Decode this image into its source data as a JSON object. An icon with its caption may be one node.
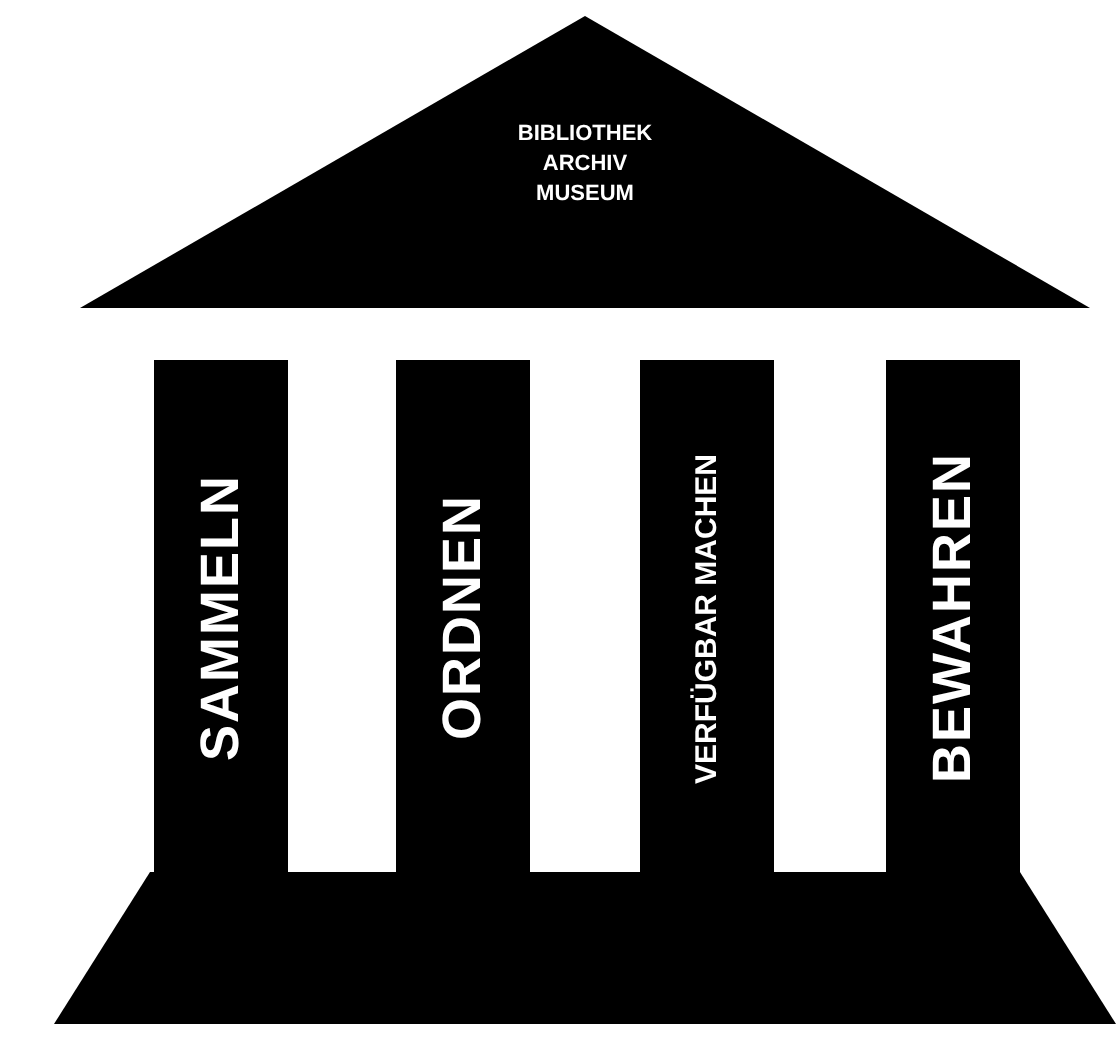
{
  "diagram": {
    "nodes": [
      {
        "text": [
          "BIBLIOTHEK",
          "ARCHIV",
          "MUSEUM"
        ]
      },
      {
        "text": [
          "SAMMELN"
        ]
      },
      {
        "text": [
          "ORDNEN"
        ]
      },
      {
        "text": [
          "VERFÜGBAR MACHEN"
        ]
      },
      {
        "text": [
          "BEWAHREN"
        ]
      },
      {
        "text": [],
        "shape": "trapezoid"
      }
    ]
  }
}
